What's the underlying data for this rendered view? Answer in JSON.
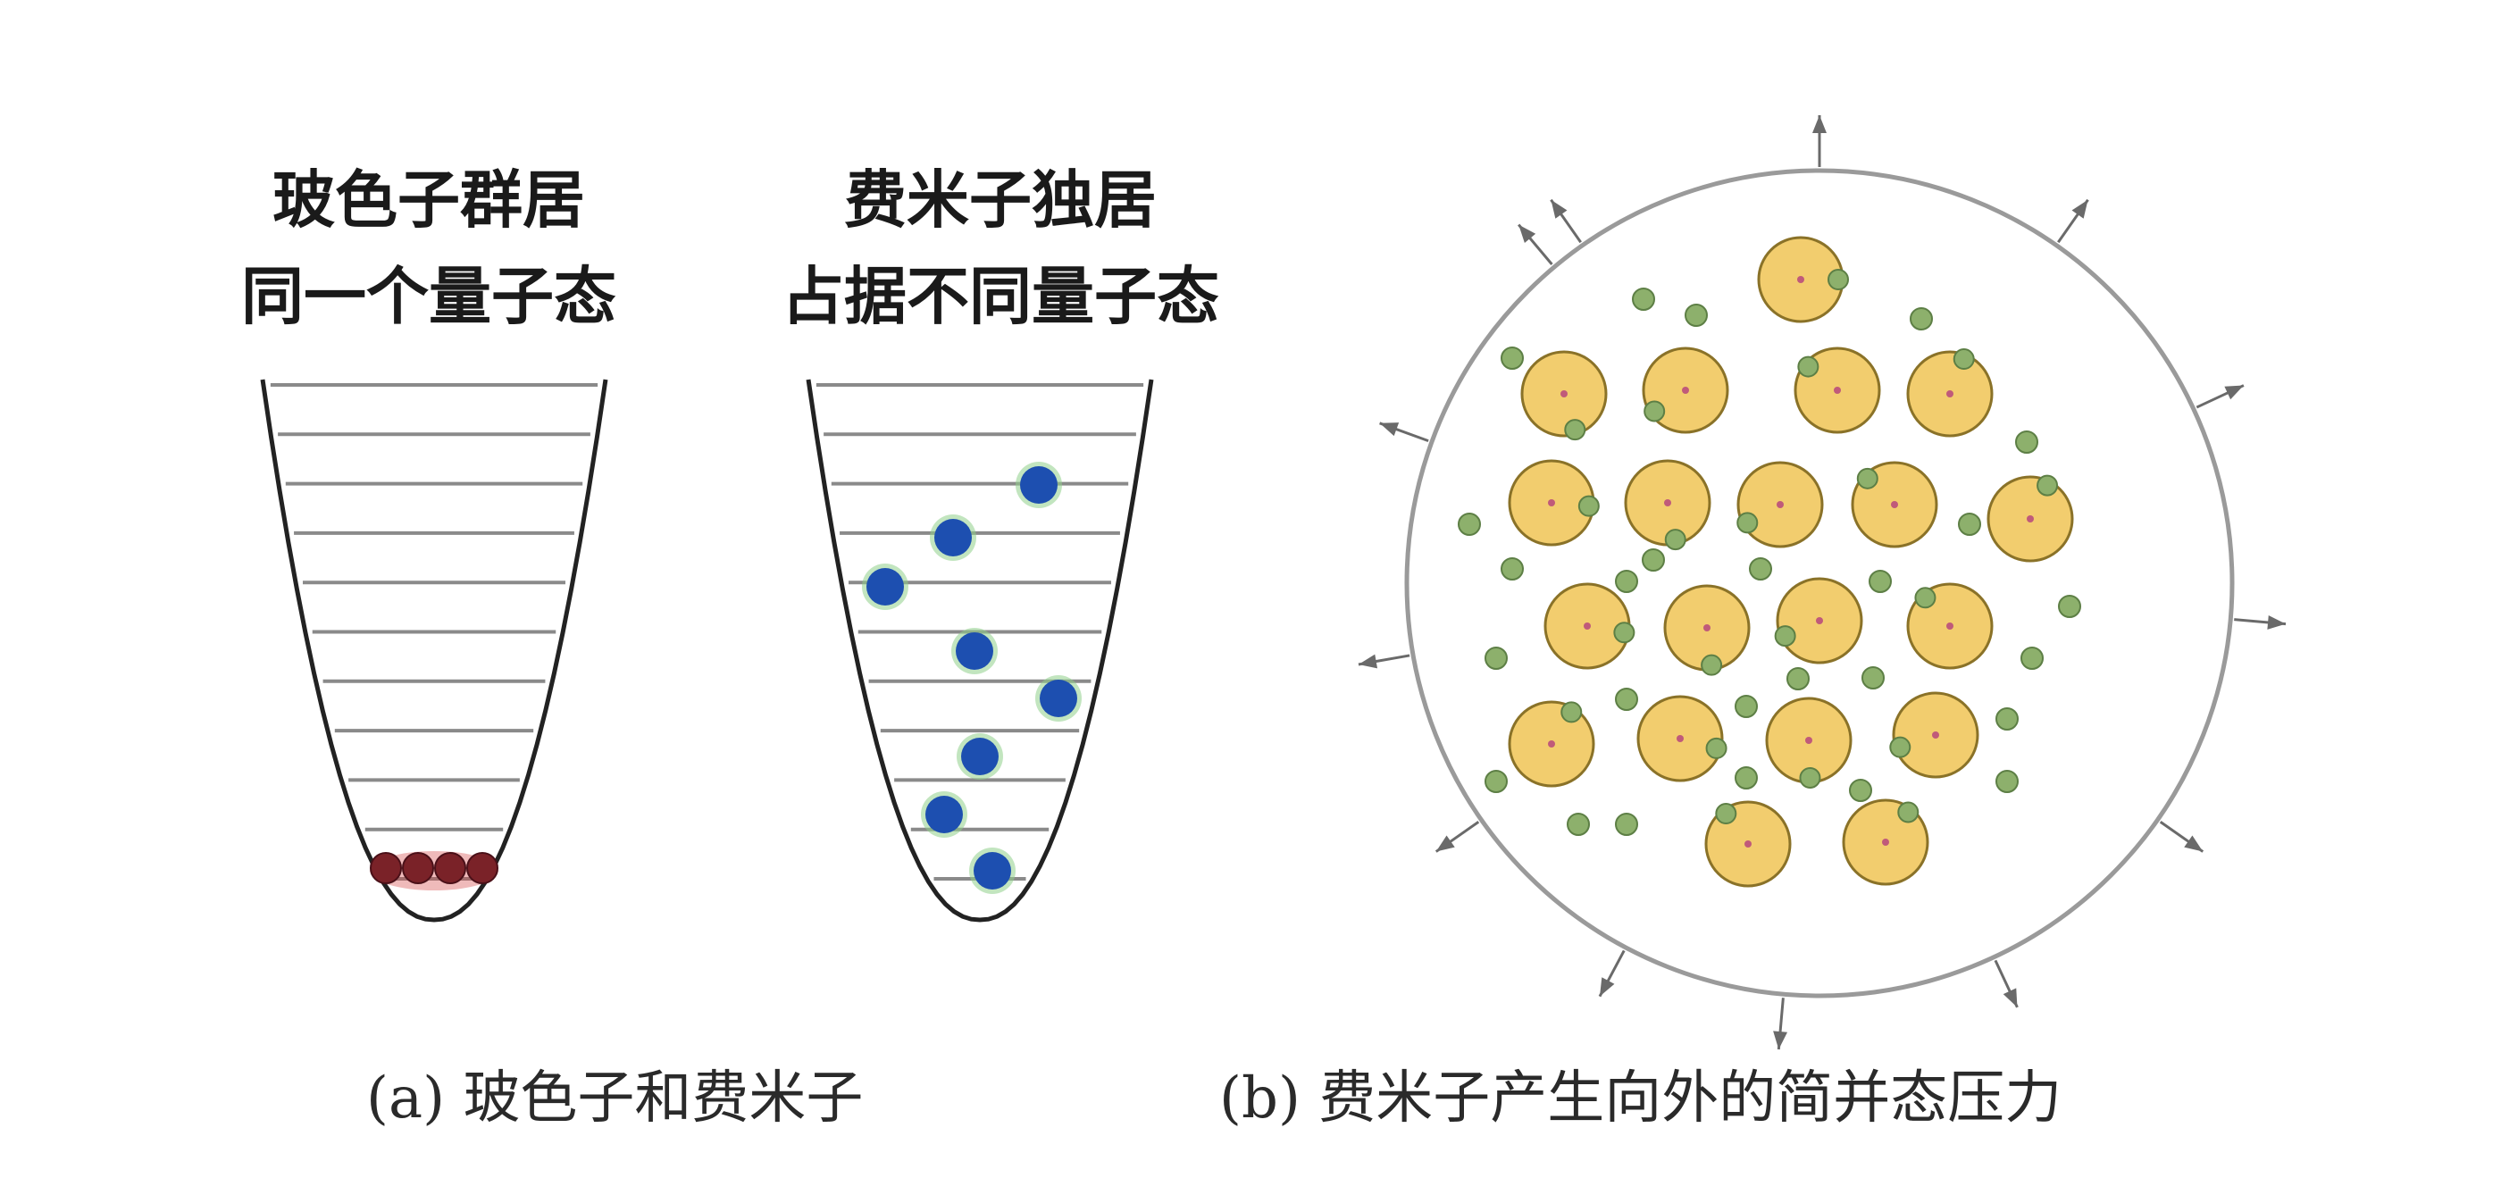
{
  "panel_a": {
    "left_title": {
      "line1": "玻色子群居",
      "line2": "同一个量子态"
    },
    "right_title": {
      "line1": "费米子独居",
      "line2": "占据不同量子态"
    },
    "caption": "(a) 玻色子和费米子"
  },
  "panel_b": {
    "caption": "(b) 费米子产生向外的简并态压力"
  },
  "colors": {
    "well_line": "#222222",
    "level_line": "#8a8a8a",
    "boson": "#7a2228",
    "boson_glow": "#d23a3a",
    "fermion": "#1d4fb0",
    "fermion_glow": "#8fd08a",
    "nucleus_fill": "#f2cd6e",
    "nucleus_edge": "#8a7228",
    "electron": "#8db06c",
    "electron_edge": "#5d7f45",
    "circle_edge": "#9a9a9a",
    "arrow": "#6a6a6a"
  }
}
